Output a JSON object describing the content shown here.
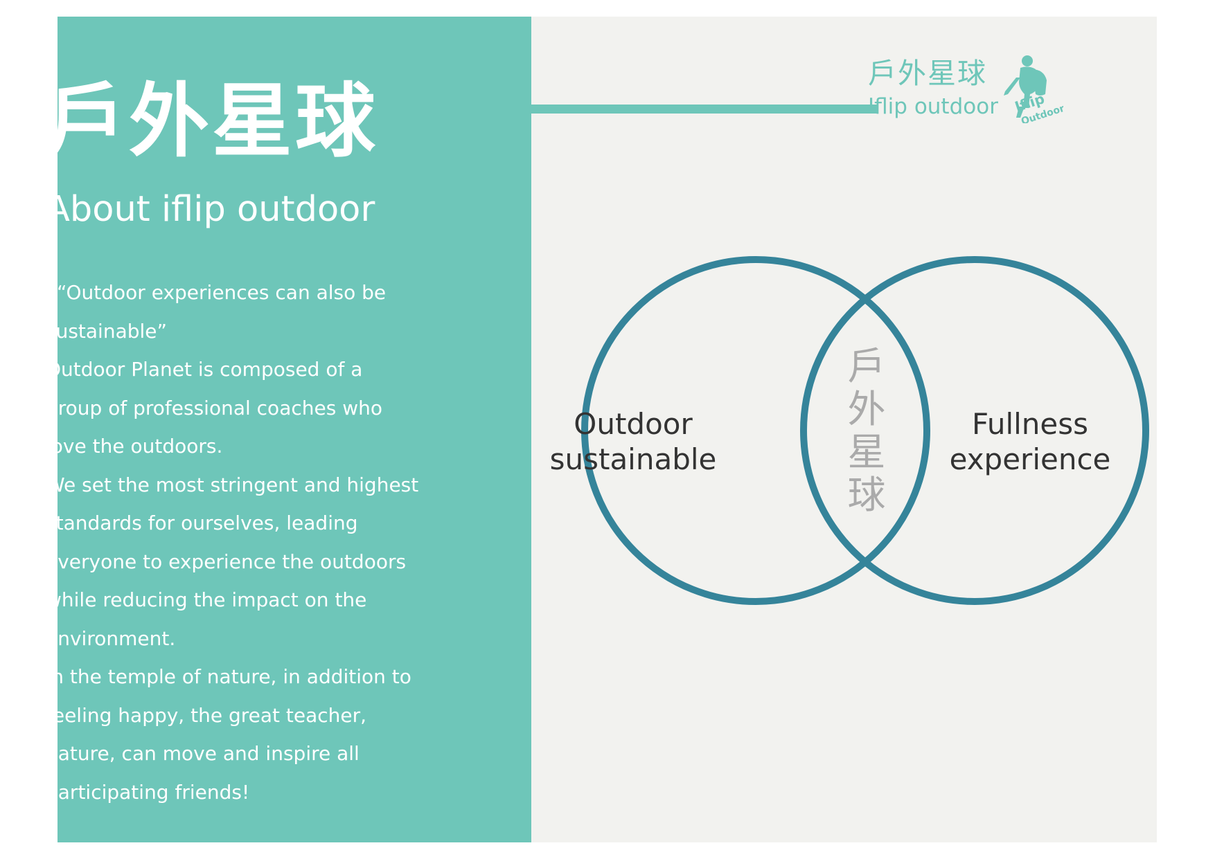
{
  "left_panel": {
    "title": "戶外星球",
    "subtitle": "About iflip outdoor",
    "paragraphs": [
      "“Outdoor experiences can also be",
      "sustainable”",
      "Outdoor Planet is composed of a",
      "group of professional coaches who",
      "love the outdoors.",
      "We set the most stringent and highest",
      "standards for ourselves, leading",
      "everyone to experience the outdoors",
      "while reducing the impact on the",
      "environment.",
      "In the temple of nature, in addition to",
      "feeling happy, the great teacher,",
      "nature, can move and inspire all",
      "participating friends!"
    ]
  },
  "brand": {
    "name_cn": "戶外星球",
    "name_en": "Iflip outdoor",
    "logo_text": "Iflip outdoor"
  },
  "venn": {
    "left_label": [
      "Outdoor",
      "sustainable"
    ],
    "right_label": [
      "Fullness",
      "experience"
    ],
    "overlap_text": "戶外星球"
  },
  "colors": {
    "teal_panel": "#6ec6b9",
    "circle_stroke": "#35849a",
    "background": "#f2f2ef",
    "overlap_text": "#aaaaaa"
  }
}
